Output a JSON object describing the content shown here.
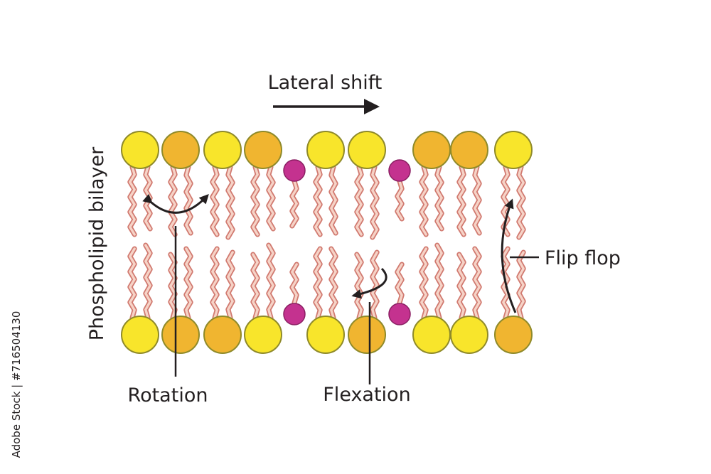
{
  "labels": {
    "lateral_shift": "Lateral shift",
    "bilayer": "Phospholipid bilayer",
    "rotation": "Rotation",
    "flexation": "Flexation",
    "flip_flop": "Flip flop"
  },
  "watermark": "Adobe Stock | #716504130",
  "colors": {
    "head_yellow": "#f8e52b",
    "head_orange": "#f0b530",
    "head_outline": "#8f8a2a",
    "small_head": "#c4328f",
    "tail_fill": "#f6d3c7",
    "tail_outline": "#d17a70",
    "arrow": "#231f20"
  },
  "top_heads": [
    "yellow",
    "orange",
    "yellow",
    "orange",
    "yellow",
    "yellow",
    "orange",
    "orange",
    "yellow"
  ],
  "bottom_heads": [
    "yellow",
    "orange",
    "orange",
    "yellow",
    "yellow",
    "orange",
    "yellow",
    "yellow",
    "orange"
  ]
}
